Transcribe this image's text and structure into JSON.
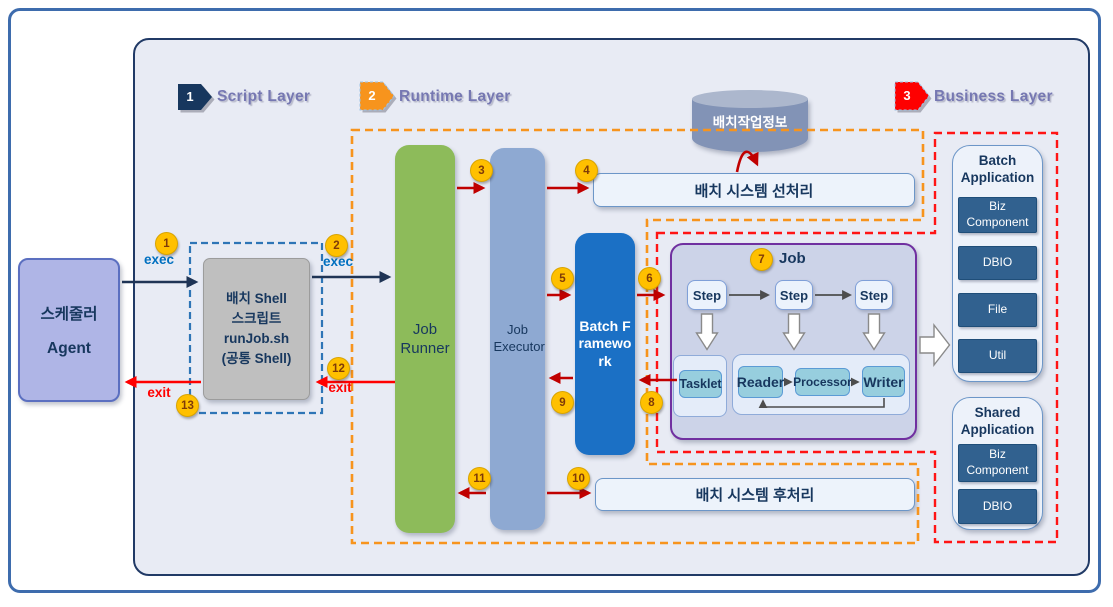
{
  "layers": [
    {
      "num": "1",
      "label": "Script Layer"
    },
    {
      "num": "2",
      "label": "Runtime Layer"
    },
    {
      "num": "3",
      "label": "Business Layer"
    }
  ],
  "scheduler": {
    "line1": "스케줄러",
    "line2": "Agent"
  },
  "shell": {
    "lines": [
      "배치 Shell",
      "스크립트",
      "runJob.sh",
      "(공통 Shell)"
    ]
  },
  "flow": {
    "exec_1": "exec",
    "exec_2": "exec",
    "exit_12": "exit",
    "exit_13": "exit"
  },
  "runtime": {
    "job_runner": "Job Runner",
    "job_executor": "Job Executor",
    "batch_framework": "Batch Framework"
  },
  "db": {
    "label": "배치작업정보"
  },
  "pre_process": "배치 시스템 선처리",
  "post_process": "배치 시스템 후처리",
  "job": {
    "title": "Job",
    "steps": [
      "Step",
      "Step",
      "Step"
    ],
    "tasklet": "Tasklet",
    "reader": "Reader",
    "processor": "Processor",
    "writer": "Writer"
  },
  "batch_app": {
    "title": "Batch Application",
    "items": [
      "Biz Component",
      "DBIO",
      "File",
      "Util"
    ]
  },
  "shared_app": {
    "title": "Shared Application",
    "items": [
      "Biz Component",
      "DBIO"
    ]
  },
  "badges": [
    "1",
    "2",
    "3",
    "4",
    "5",
    "6",
    "7",
    "8",
    "9",
    "10",
    "11",
    "12",
    "13"
  ],
  "colors": {
    "script_badge": "#17375E",
    "runtime_badge": "#F7941D",
    "business_badge": "#FE0000",
    "number_badge_fill": "#FFC000",
    "runner_green": "#8DBB5A",
    "executor_blue": "#8EA9D2",
    "framework_blue": "#1B70C5",
    "runtime_dash": "#F7941D",
    "business_dash": "#FF1414",
    "script_dash": "#2E75B6",
    "exec_text": "#0070C0",
    "exit_text": "#FF0000"
  }
}
